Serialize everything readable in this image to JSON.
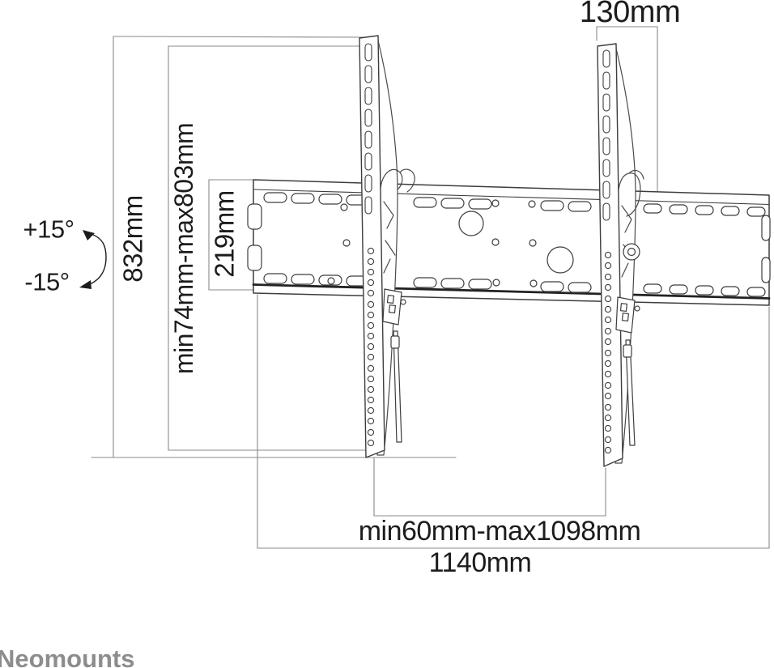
{
  "brand": {
    "logo": "Neomounts"
  },
  "annotations": {
    "top_width": "130mm",
    "total_height": "832mm",
    "vertical_range": "min74mm-max803mm",
    "plate_height": "219mm",
    "tilt_positive": "+15°",
    "tilt_negative": "-15°",
    "horizontal_range": "min60mm-max1098mm",
    "plate_width": "1140mm"
  }
}
